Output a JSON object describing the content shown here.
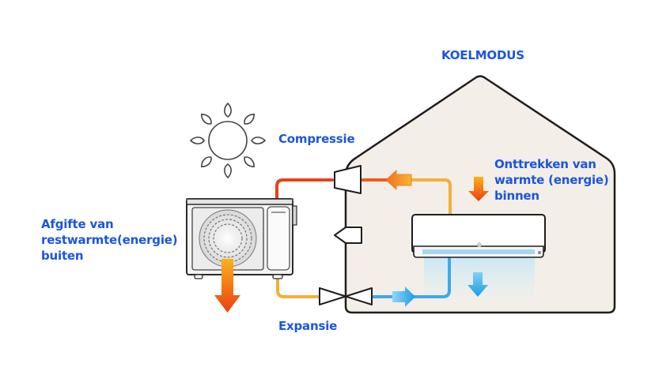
{
  "title": "KOELMODUS",
  "labels": {
    "compression": "Compressie",
    "expansion": "Expansie",
    "indoor": [
      "Onttrekken van",
      "warmte (energie)",
      "binnen"
    ],
    "outdoor": [
      "Afgifte van",
      "restwarmte(energie)",
      "buiten"
    ]
  },
  "colors": {
    "label_text": "#1a56db",
    "house_fill": "#f3eee7",
    "outline": "#1e1e1e",
    "hot_pipe": "#e8401c",
    "warm_pipe": "#f2b03a",
    "cold_pipe": "#3fa9e8",
    "hot_arrow_top": "#fbb21c",
    "hot_arrow_bottom": "#ec3e12",
    "cold_arrow_top": "#7fd0f5",
    "cold_arrow_bottom": "#1d9ce6"
  },
  "components": {
    "sun": "sun-icon",
    "outdoor_unit": "outdoor-unit",
    "indoor_unit": "indoor-unit",
    "compressor": "compressor-symbol",
    "expansion_valve": "expansion-valve-symbol",
    "house": "house-outline"
  }
}
